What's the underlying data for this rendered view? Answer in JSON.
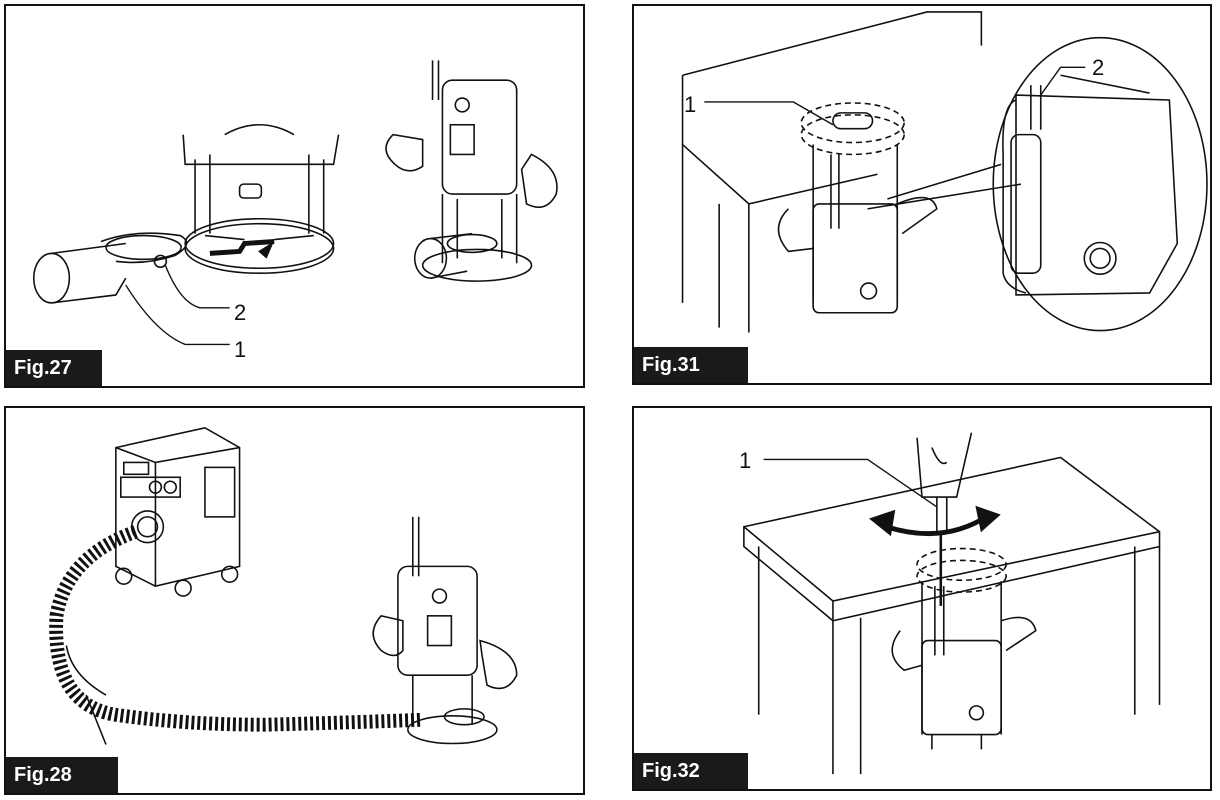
{
  "figures": [
    {
      "label": "Fig.27",
      "callouts": [
        "1",
        "2"
      ]
    },
    {
      "label": "Fig.31",
      "callouts": [
        "1",
        "2"
      ]
    },
    {
      "label": "Fig.28",
      "callouts": []
    },
    {
      "label": "Fig.32",
      "callouts": [
        "1"
      ]
    }
  ],
  "colors": {
    "ink": "#111111",
    "tag_bg": "#1a1a1a",
    "tag_text": "#ffffff",
    "paper": "#ffffff"
  }
}
